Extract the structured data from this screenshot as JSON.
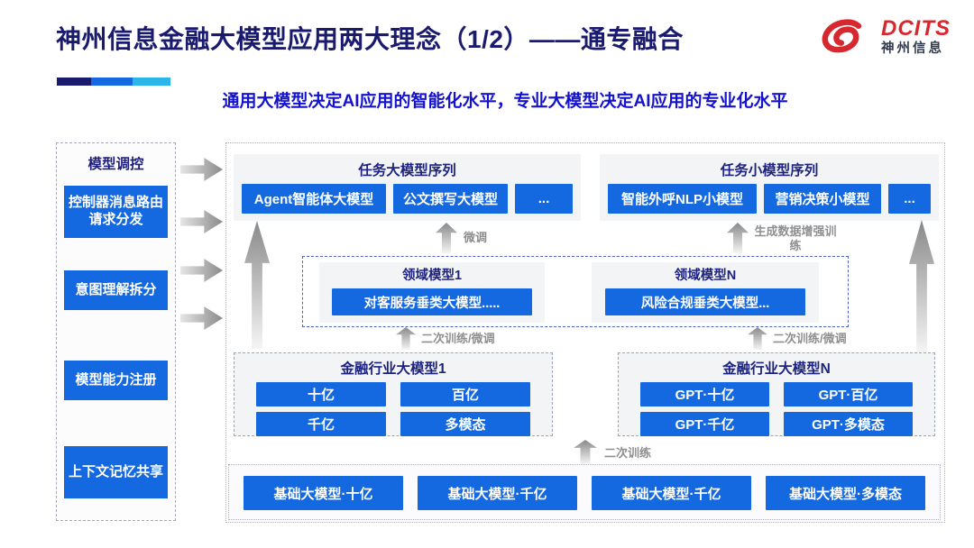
{
  "slide": {
    "title": "神州信息金融大模型应用两大理念（1/2）——通专融合",
    "subtitle": "通用大模型决定AI应用的智能化水平，专业大模型决定AI应用的专业化水平"
  },
  "logo": {
    "brand": "DCITS",
    "brand_cn": "神州信息"
  },
  "sidebar": {
    "title": "模型调控",
    "items": [
      {
        "label": "控制器消息路由请求分发"
      },
      {
        "label": "意图理解拆分"
      },
      {
        "label": "模型能力注册"
      },
      {
        "label": "上下文记忆共享"
      }
    ]
  },
  "diagram": {
    "task_large_series": {
      "title": "任务大模型序列",
      "items": [
        "Agent智能体大模型",
        "公文撰写大模型",
        "..."
      ]
    },
    "task_small_series": {
      "title": "任务小模型序列",
      "items": [
        "智能外呼NLP小模型",
        "营销决策小模型",
        "..."
      ]
    },
    "flow_labels": {
      "fine_tune": "微调",
      "gen_data_augment_train": "生成数据增强训练",
      "secondary_train_finetune_left": "二次训练/微调",
      "secondary_train_finetune_right": "二次训练/微调",
      "secondary_train": "二次训练"
    },
    "domain_models": {
      "model_1": {
        "title": "领域模型1",
        "item": "对客服务垂类大模型....."
      },
      "model_n": {
        "title": "领域模型N",
        "item": "风险合规垂类大模型..."
      }
    },
    "industry_model_1": {
      "title": "金融行业大模型1",
      "items": [
        "十亿",
        "百亿",
        "千亿",
        "多模态"
      ]
    },
    "industry_model_n": {
      "title": "金融行业大模型N",
      "items": [
        "GPT·十亿",
        "GPT·百亿",
        "GPT·千亿",
        "GPT·多模态"
      ]
    },
    "foundation_models": {
      "items": [
        "基础大模型·十亿",
        "基础大模型·千亿",
        "基础大模型·千亿",
        "基础大模型·多模态"
      ]
    }
  },
  "colors": {
    "accent_blue": "#1569e0",
    "title_navy": "#1a1b6e",
    "subtitle_blue": "#1412cf",
    "brand_red": "#d7282f",
    "accent_bar_segments": [
      "#1a1b6e",
      "#1569e0",
      "#2cb5e8"
    ]
  }
}
